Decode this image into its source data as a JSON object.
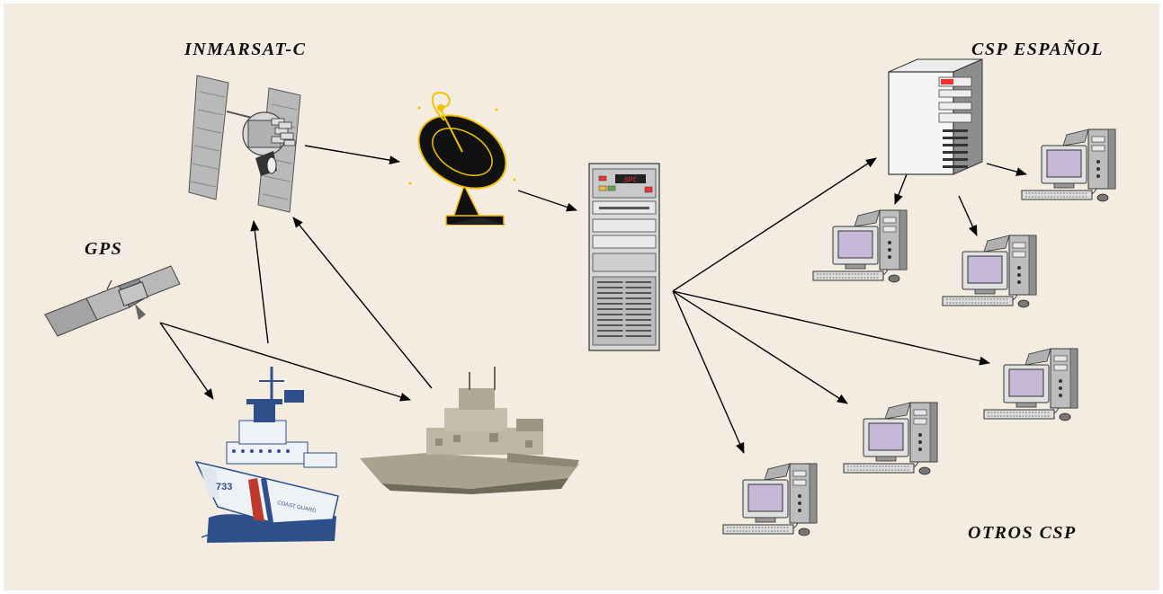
{
  "labels": {
    "inmarsat": "INMARSAT-C",
    "gps": "GPS",
    "csp_espanol": "CSP  ESPAÑOL",
    "otros_csp": "OTROS  CSP"
  },
  "ship_cg": {
    "hull_number": "733",
    "hull_text": "COAST GUARD"
  },
  "server_display": "SPC",
  "colors": {
    "background": "#f4ece1",
    "arrow": "#000000",
    "hull_blue": "#2d4f8a",
    "hull_white": "#eef2f6",
    "stripe_red": "#c0392b",
    "navy_grey": "#a7a38e",
    "dish_yellow": "#f2c200",
    "computer_grey": "#cfcfcf",
    "screen_purple": "#c8b8d8"
  },
  "icons": [
    "inmarsat-satellite-icon",
    "gps-satellite-icon",
    "satellite-dish-icon",
    "central-server-icon",
    "csp-espanol-server-icon",
    "coast-guard-ship-icon",
    "navy-ship-icon",
    "workstation-icon"
  ]
}
